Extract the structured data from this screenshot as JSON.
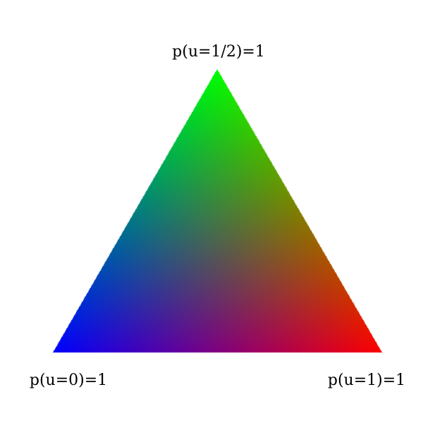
{
  "diagram": {
    "type": "probability-simplex",
    "vertices": [
      {
        "label": "p(u=1/2)=1",
        "color": "#00ff00"
      },
      {
        "label": "p(u=0)=1",
        "color": "#0000ff"
      },
      {
        "label": "p(u=1)=1",
        "color": "#ff0000"
      }
    ],
    "background": "#ffffff"
  }
}
